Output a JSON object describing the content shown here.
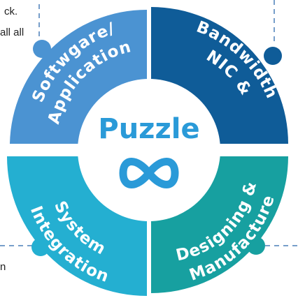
{
  "colors": {
    "top_left": "#4b93d2",
    "top_right": "#0f5c98",
    "bottom_left": "#24afd1",
    "bottom_right": "#17a0a0",
    "center_text": "#2a9ad8",
    "connector": "#4a7fb8",
    "background": "#ffffff"
  },
  "center": {
    "title": "Puzzle",
    "symbol": "∞"
  },
  "segments": [
    {
      "id": "top_left",
      "lines": [
        "Softwgare/",
        "Application"
      ],
      "icon": "puzzle-knob"
    },
    {
      "id": "top_right",
      "lines": [
        "NIC &",
        "Bandwidth"
      ],
      "icon": "puzzle-knob"
    },
    {
      "id": "bottom_left",
      "lines": [
        "System",
        "Integration"
      ],
      "icon": "puzzle-knob"
    },
    {
      "id": "bottom_right",
      "lines": [
        "Designing &",
        "Manufacture"
      ],
      "icon": "puzzle-knob"
    }
  ],
  "side_text": {
    "top_left_1": "ck.",
    "top_left_2": "all all",
    "bottom_left_1": "n"
  }
}
